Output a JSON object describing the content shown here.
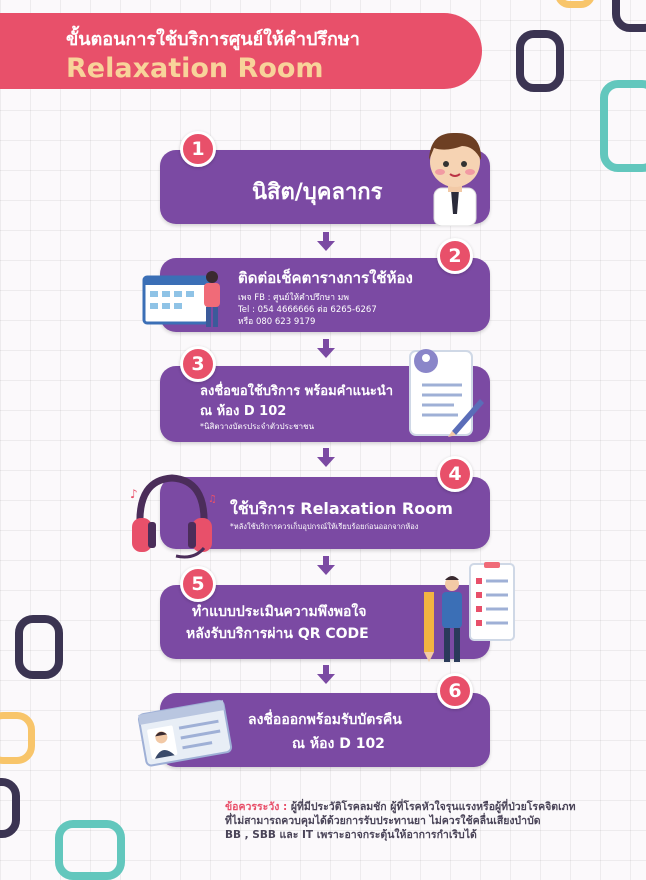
{
  "header": {
    "line1": "ขั้นตอนการใช้บริการศูนย์ให้คำปรึกษา",
    "line2": "Relaxation Room"
  },
  "steps": [
    {
      "num": "1",
      "title": "นิสิต/บุคลากร"
    },
    {
      "num": "2",
      "title": "ติดต่อเช็คตารางการใช้ห้อง",
      "lines": [
        "เพจ FB : ศูนย์ให้คำปรึกษา มพ",
        "Tel : 054 4666666 ต่อ 6265-6267",
        "หรือ 080 623 9179"
      ]
    },
    {
      "num": "3",
      "title1": "ลงชื่อขอใช้บริการ พร้อมคำแนะนำ",
      "title2": "ณ ห้อง D 102",
      "note": "*นิสิตวางบัตรประจำตัวประชาชน"
    },
    {
      "num": "4",
      "title": "ใช้บริการ Relaxation Room",
      "note": "*หลังใช้บริการควรเก็บอุปกรณ์ให้เรียบร้อยก่อนออกจากห้อง"
    },
    {
      "num": "5",
      "title1": "ทำแบบประเมินความพึงพอใจ",
      "title2": "หลังรับบริการผ่าน QR CODE"
    },
    {
      "num": "6",
      "title1": "ลงชื่อออกพร้อมรับบัตรคืน",
      "title2": "ณ ห้อง D 102"
    }
  ],
  "warning": {
    "label": "ข้อควรระวัง :",
    "line1": "ผู้ที่มีประวัติโรคลมชัก ผู้ที่โรคหัวใจรุนแรงหรือผู้ที่ป่วยโรคจิตเภท",
    "line2": "ที่ไม่สามารถควบคุมได้ด้วยการรับประทานยา ไม่ควรใช้คลื่นเสียงบำบัด",
    "line3": "BB , SBB และ IT เพราะอาจกระตุ้นให้อาการกำเริบได้"
  },
  "colors": {
    "header": "#e8506a",
    "step": "#7b4aa3",
    "badge": "#e8506a",
    "accent": "#f8d39a"
  }
}
